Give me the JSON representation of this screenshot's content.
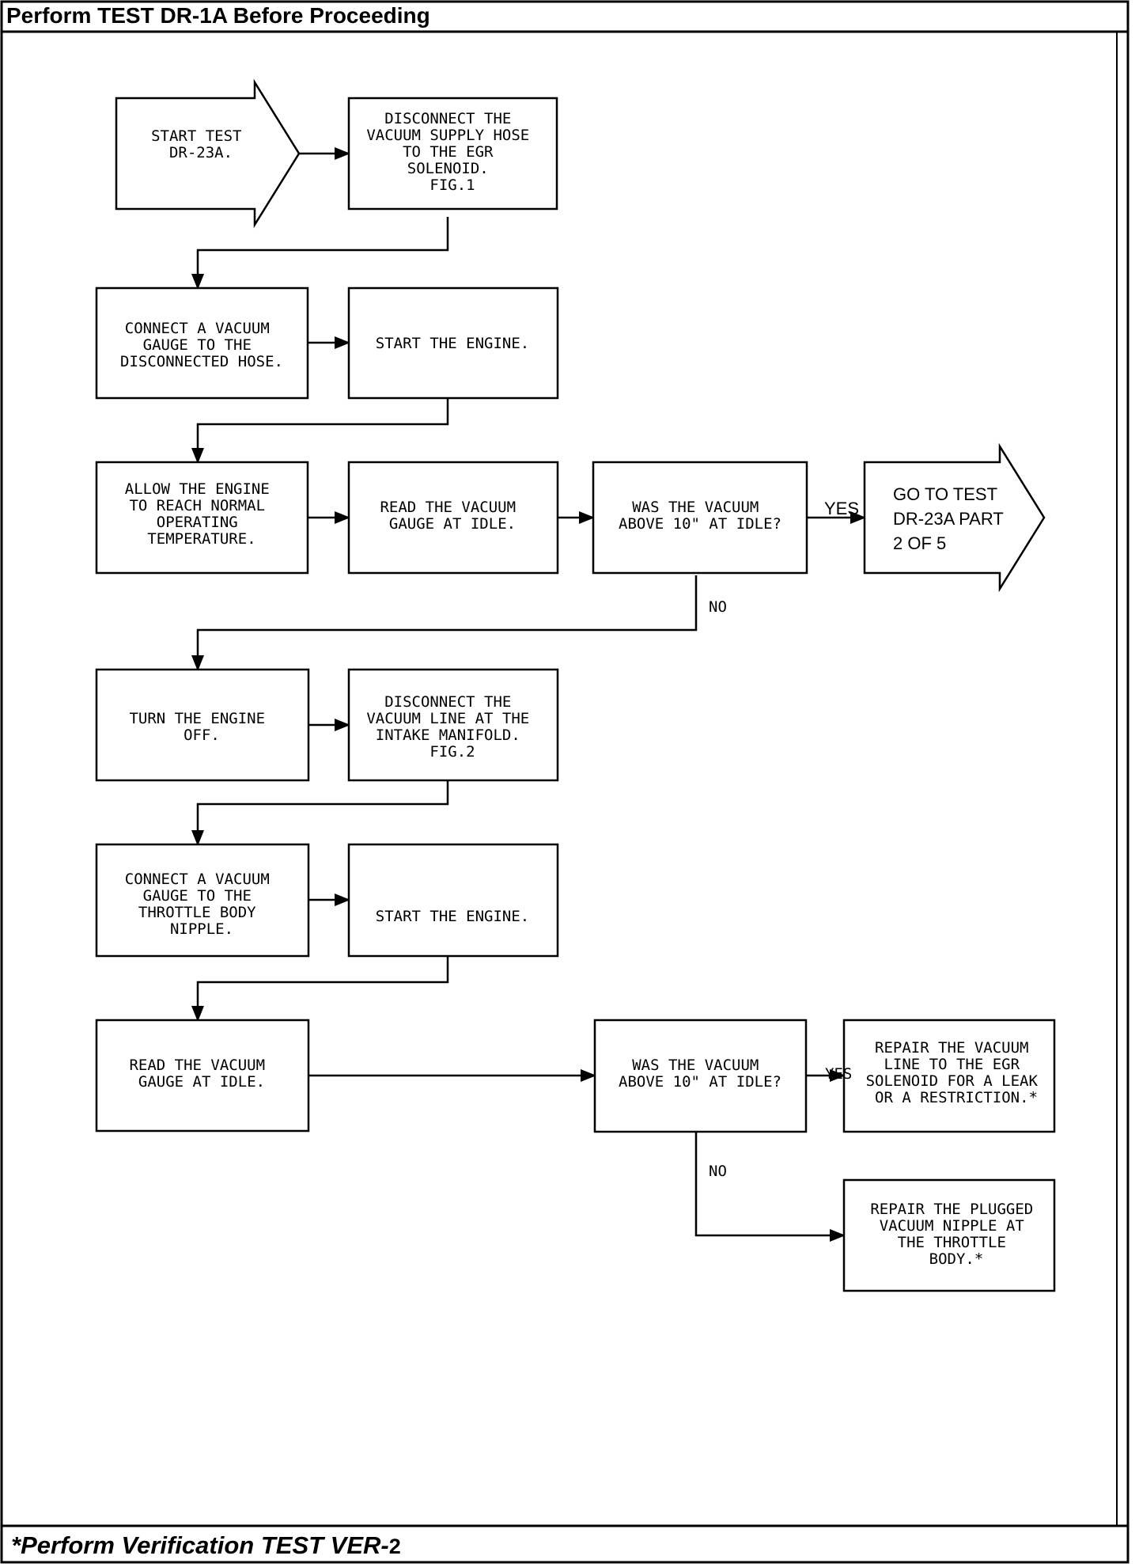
{
  "header": {
    "title": "Perform TEST DR-1A Before Proceeding"
  },
  "footer": {
    "text": "*Perform Verification TEST VER-",
    "number": "2"
  },
  "flow": {
    "start": [
      "START TEST",
      "DR-23A."
    ],
    "disconnect_supply": [
      "DISCONNECT THE",
      "VACUUM SUPPLY HOSE",
      "TO THE EGR",
      "SOLENOID.",
      "FIG.1"
    ],
    "connect_gauge": [
      "CONNECT A VACUUM",
      "GAUGE TO THE",
      "DISCONNECTED HOSE."
    ],
    "start_engine_1": [
      "START THE ENGINE."
    ],
    "allow_engine": [
      "ALLOW THE ENGINE",
      "TO REACH NORMAL",
      "OPERATING",
      "TEMPERATURE."
    ],
    "read_gauge_1": [
      "READ THE VACUUM",
      "GAUGE AT IDLE."
    ],
    "decision_1": [
      "WAS THE VACUUM",
      "ABOVE 10\" AT IDLE?"
    ],
    "goto_test": [
      "GO TO TEST",
      "DR-23A PART",
      "2 OF 5"
    ],
    "turn_off": [
      "TURN THE ENGINE",
      "OFF."
    ],
    "disconnect_line": [
      "DISCONNECT THE",
      "VACUUM LINE AT THE",
      "INTAKE MANIFOLD.",
      "",
      "FIG.2"
    ],
    "connect_throttle": [
      "CONNECT A VACUUM",
      "GAUGE TO THE",
      "THROTTLE BODY",
      "NIPPLE."
    ],
    "start_engine_2": [
      "START THE ENGINE."
    ],
    "read_gauge_2": [
      "READ THE VACUUM",
      "GAUGE AT IDLE."
    ],
    "decision_2": [
      "WAS THE VACUUM",
      "ABOVE 10\" AT IDLE?"
    ],
    "repair_line": [
      "REPAIR THE VACUUM",
      "LINE TO THE EGR",
      "SOLENOID FOR A LEAK",
      "OR A RESTRICTION.*"
    ],
    "repair_nipple": [
      "REPAIR THE PLUGGED",
      "VACUUM NIPPLE AT",
      "THE THROTTLE",
      "BODY.*"
    ],
    "labels": {
      "yes": "YES",
      "no": "NO"
    }
  }
}
